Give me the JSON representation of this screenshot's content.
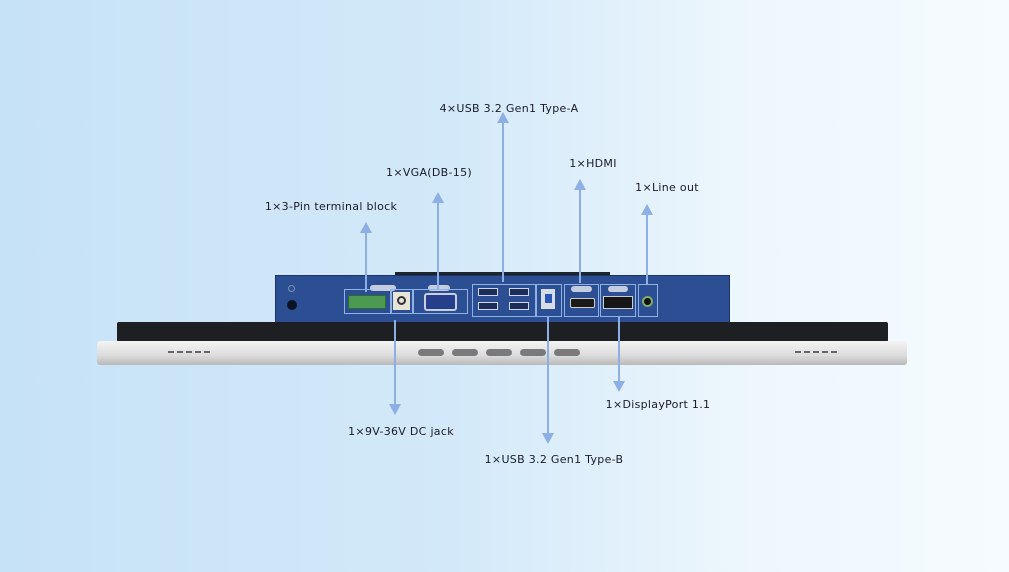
{
  "labels": {
    "terminal": "1×3-Pin terminal block",
    "vga": "1×VGA(DB-15)",
    "usb_a": "4×USB 3.2 Gen1 Type-A",
    "hdmi": "1×HDMI",
    "line_out": "1×Line out",
    "dc_jack": "1×9V-36V DC jack",
    "usb_b": "1×USB 3.2 Gen1 Type-B",
    "displayport": "1×DisplayPort 1.1"
  },
  "colors": {
    "panel": "#2c4f93",
    "arrow": "#8eaee6"
  }
}
